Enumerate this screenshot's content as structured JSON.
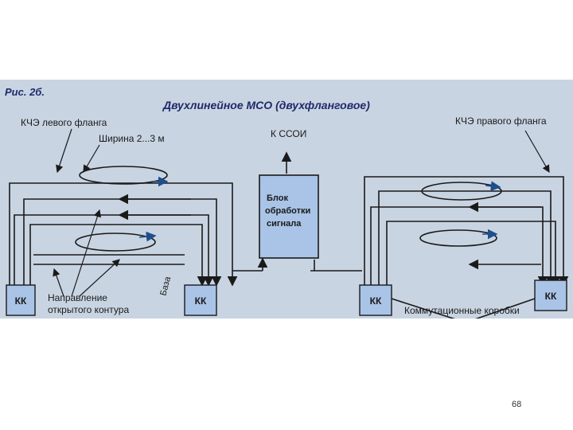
{
  "figure": {
    "caption": "Рис. 2б.",
    "title": "Двухлинейное МСО (двухфланговое)"
  },
  "labels": {
    "kche_left": "КЧЭ левого фланга",
    "width": "Ширина 2...3 м",
    "k_ssoi": "К ССОИ",
    "kche_right": "КЧЭ правого фланга",
    "baza": "База",
    "direction_line1": "Направление",
    "direction_line2": "открытого контура",
    "junction_boxes": "Коммутационные коробки"
  },
  "processing_block": {
    "line1": "Блок",
    "line2": "обработки",
    "line3": "сигнала"
  },
  "boxes": {
    "kk_left_1": "КК",
    "kk_left_2": "КК",
    "kk_right_1": "КК",
    "kk_right_2": "КК"
  },
  "colors": {
    "box_fill": "#a9c4e6",
    "line": "#1a1a1a",
    "arrow_accent": "#1f4e8c",
    "title": "#1e2a6b"
  },
  "page_number": "68"
}
